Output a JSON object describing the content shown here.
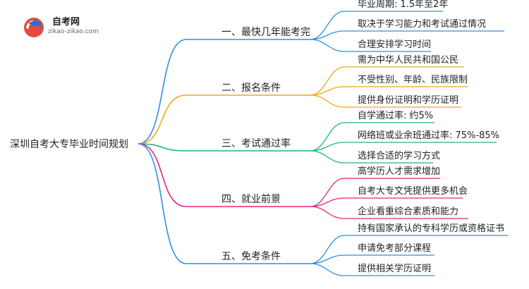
{
  "logo": {
    "title": "自考网",
    "url": "zikao-zikao.com"
  },
  "root": {
    "label": "深圳自考大专毕业时间规划"
  },
  "branches": [
    {
      "label": "一、最快几年能考完",
      "color": "#2f8fe8",
      "leaves": [
        "毕业周期: 1.5年至2年",
        "取决于学习能力和考试通过情况",
        "合理安排学习时间"
      ]
    },
    {
      "label": "二、报名条件",
      "color": "#f2a51a",
      "leaves": [
        "需为中华人民共和国公民",
        "不受性别、年龄、民族限制",
        "提供身份证明和学历证明"
      ]
    },
    {
      "label": "三、考试通过率",
      "color": "#1db87a",
      "leaves": [
        "自学通过率: 约5%",
        "网络班或业余班通过率: 75%-85%",
        "选择合适的学习方式"
      ]
    },
    {
      "label": "四、就业前景",
      "color": "#e5267a",
      "leaves": [
        "高学历人才需求增加",
        "自考大专文凭提供更多机会",
        "企业看重综合素质和能力"
      ]
    },
    {
      "label": "五、免考条件",
      "color": "#2f8fe8",
      "leaves": [
        "持有国家承认的专科学历或资格证书",
        "申请免考部分课程",
        "提供相关学历证明"
      ]
    }
  ]
}
